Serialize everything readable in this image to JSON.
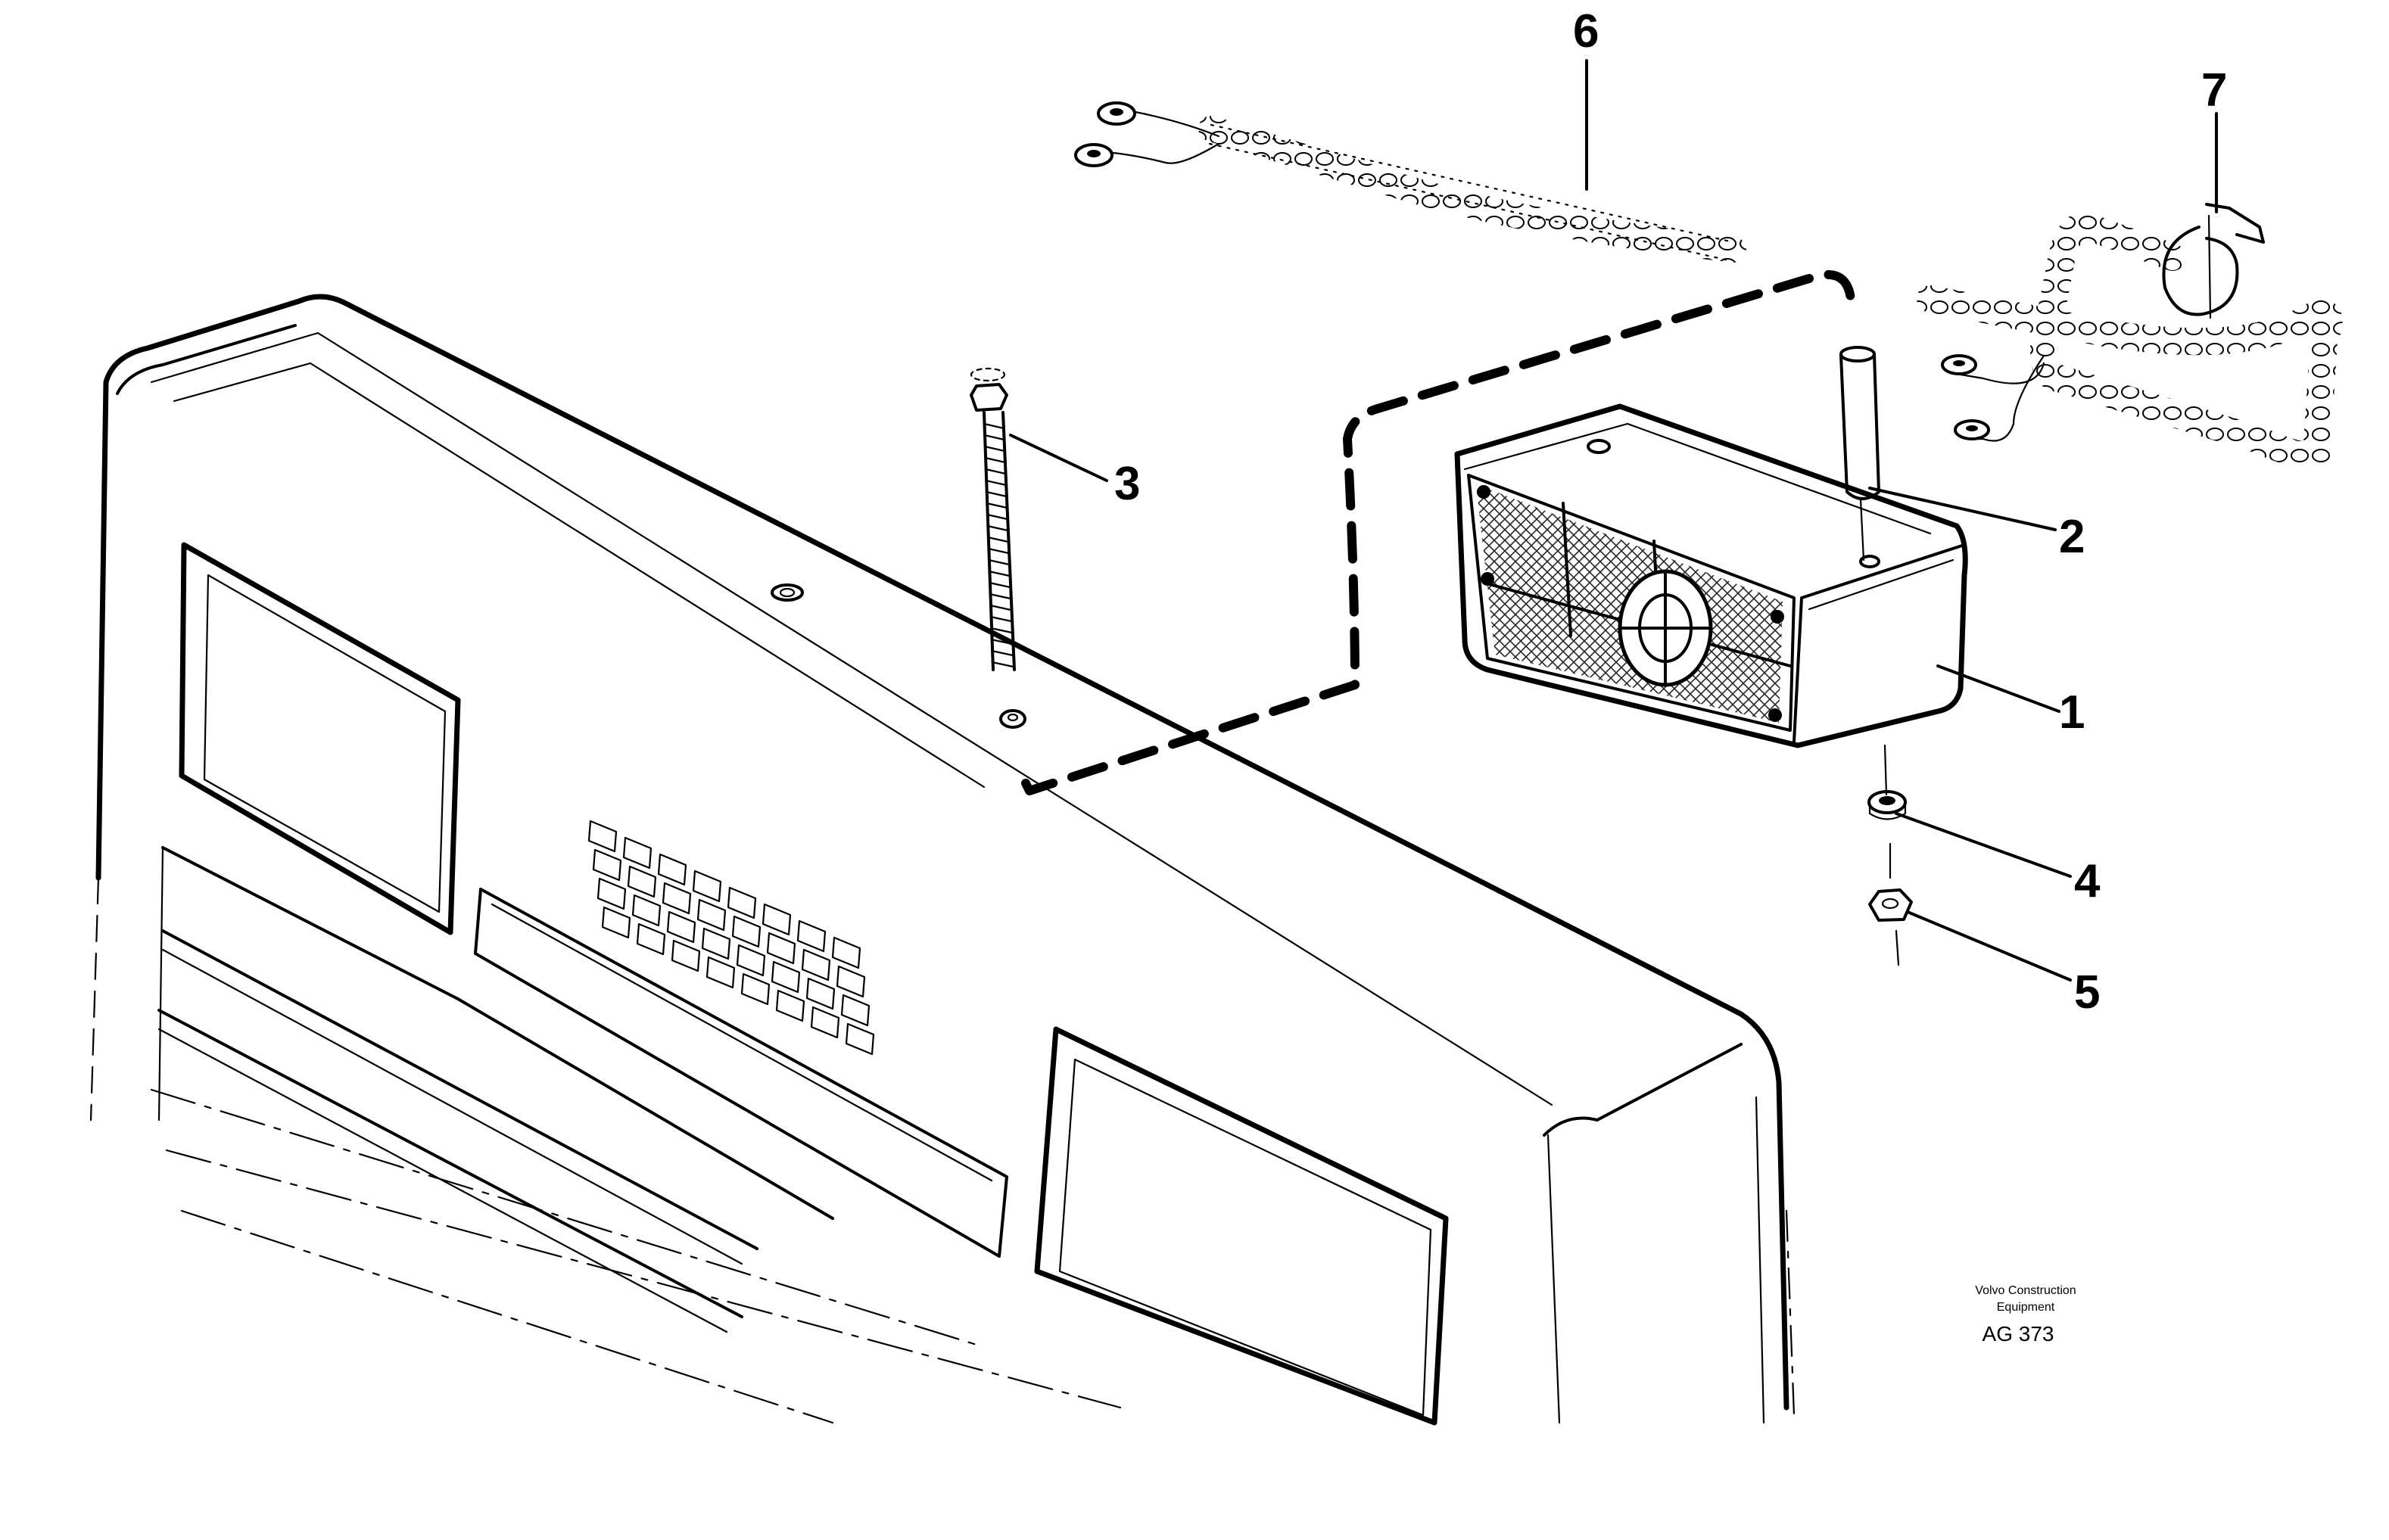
{
  "callouts": [
    {
      "num": "1"
    },
    {
      "num": "2"
    },
    {
      "num": "3"
    },
    {
      "num": "4"
    },
    {
      "num": "5"
    },
    {
      "num": "6"
    },
    {
      "num": "7"
    }
  ],
  "credit": {
    "line1": "Volvo Construction",
    "line2": "Equipment",
    "code": "AG 373"
  }
}
